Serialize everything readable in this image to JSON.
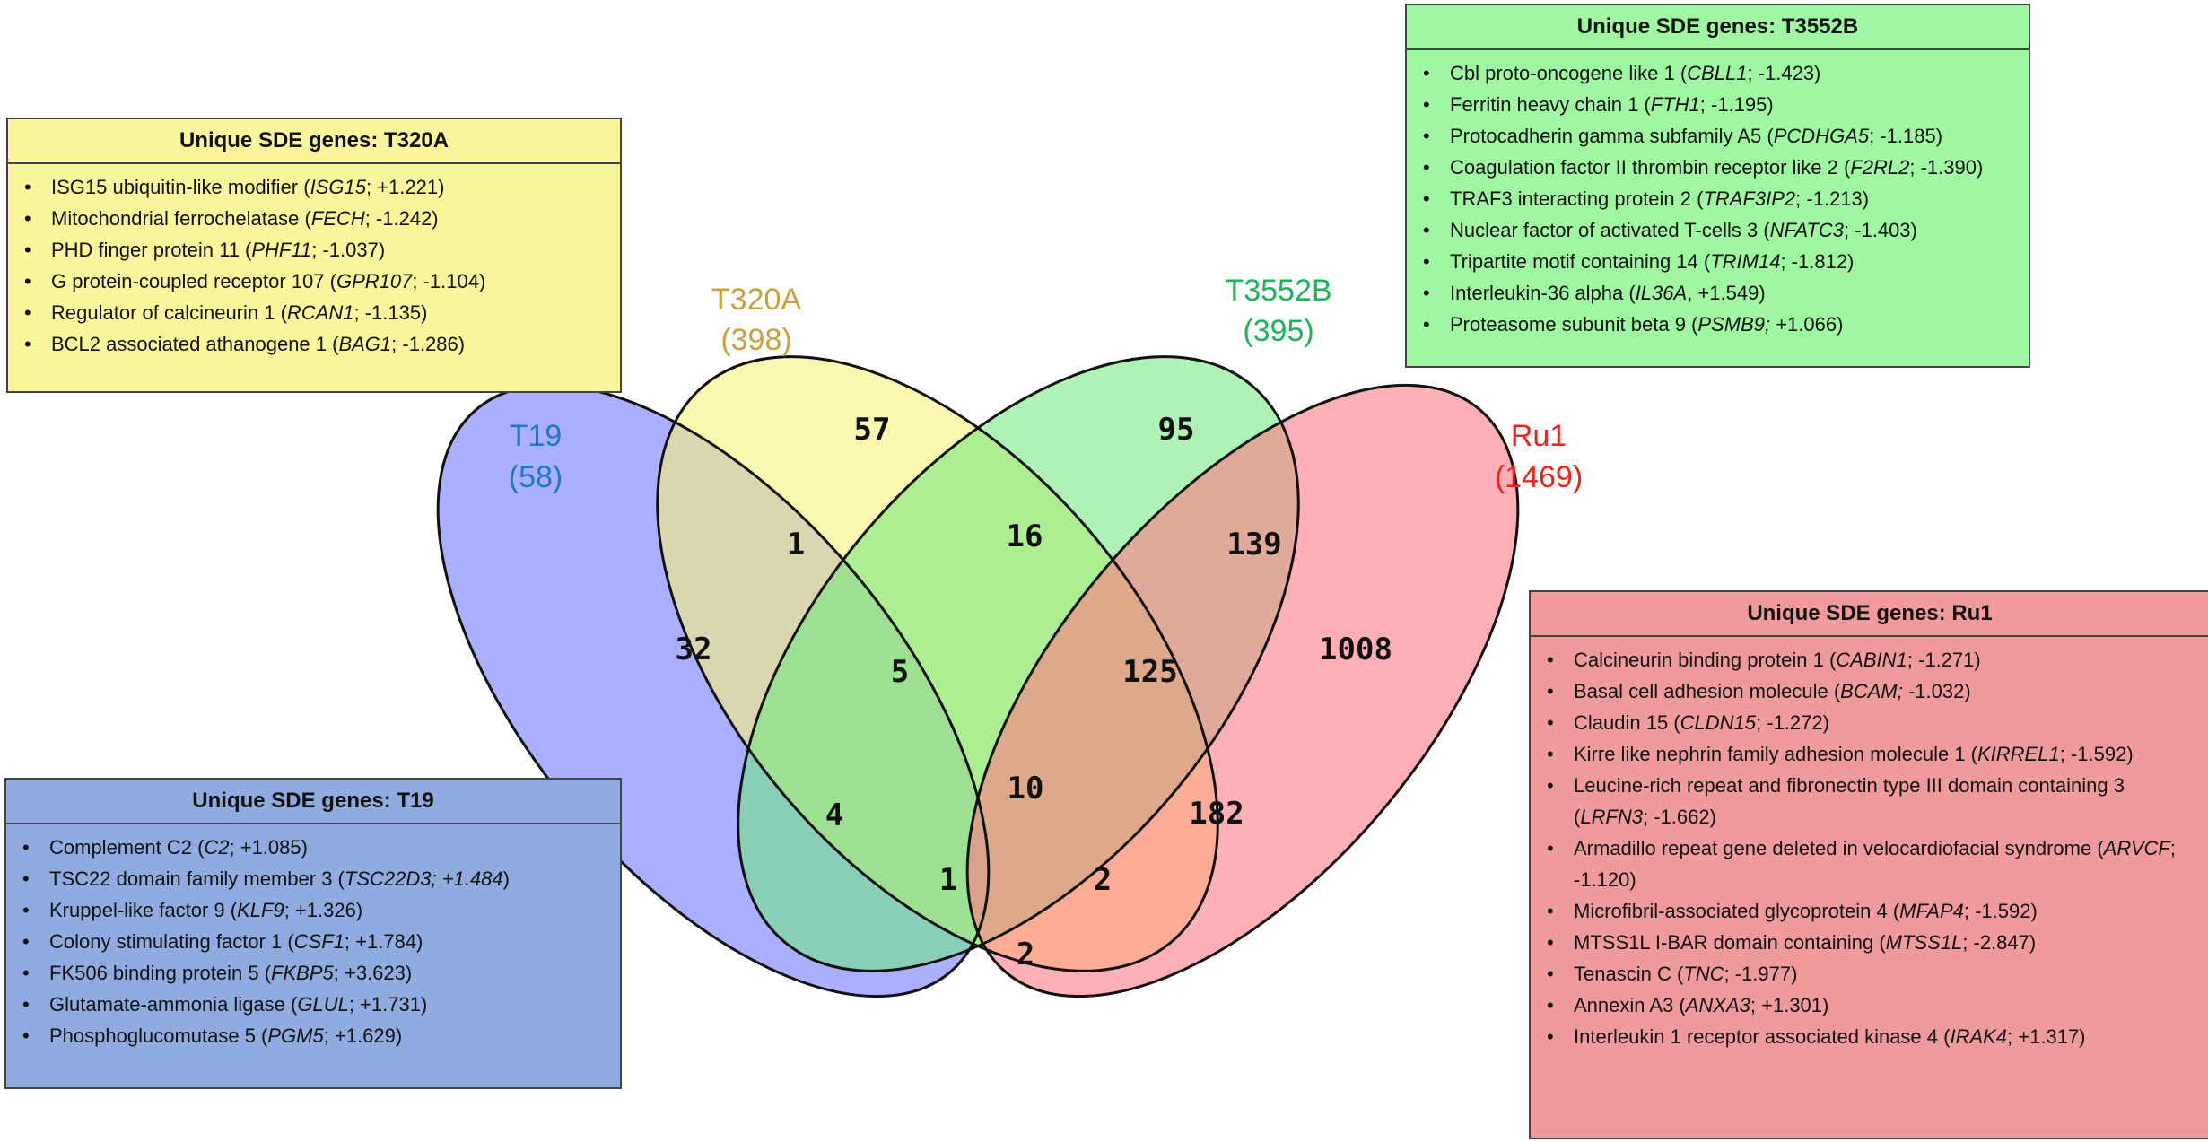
{
  "sets": [
    {
      "id": "t19",
      "name": "T19",
      "count": "(58)",
      "color": "#1f77c8"
    },
    {
      "id": "t320a",
      "name": "T320A",
      "count": "(398)",
      "color": "#c8a23c"
    },
    {
      "id": "t3552b",
      "name": "T3552B",
      "count": "(395)",
      "color": "#22b25a"
    },
    {
      "id": "ru1",
      "name": "Ru1",
      "count": "(1469)",
      "color": "#e8261e"
    }
  ],
  "regions": {
    "t19_only": "32",
    "t320a_only": "57",
    "t3552b_only": "95",
    "ru1_only": "1008",
    "t19_t320a": "1",
    "t320a_t3552b": "16",
    "t3552b_ru1": "139",
    "t19_t320a_t3552b": "5",
    "t320a_t3552b_ru1": "125",
    "t19_t3552b": "4",
    "all_four": "10",
    "t320a_ru1": "182",
    "t19_t3552b_ru1": "1",
    "t19_t320a_ru1": "2",
    "t19_ru1": "2"
  },
  "panels": {
    "t320a": {
      "title": "Unique SDE genes: T320A",
      "items": [
        {
          "name": "ISG15 ubiquitin-like modifier (",
          "gene": "ISG15",
          "value": "; +1.221)"
        },
        {
          "name": "Mitochondrial ferrochelatase (",
          "gene": "FECH",
          "value": "; -1.242)"
        },
        {
          "name": "PHD finger protein 11 (",
          "gene": "PHF11",
          "value": "; -1.037)"
        },
        {
          "name": "G protein-coupled receptor 107 (",
          "gene": "GPR107",
          "value": "; -1.104)"
        },
        {
          "name": "Regulator of calcineurin 1 (",
          "gene": "RCAN1",
          "value": "; -1.135)"
        },
        {
          "name": "BCL2 associated athanogene 1 (",
          "gene": "BAG1",
          "value": "; -1.286)"
        }
      ]
    },
    "t3552b": {
      "title": "Unique SDE genes: T3552B",
      "items": [
        {
          "name": "Cbl proto-oncogene like 1 (",
          "gene": "CBLL1",
          "value": "; -1.423)"
        },
        {
          "name": "Ferritin heavy chain 1 (",
          "gene": "FTH1",
          "value": "; -1.195)"
        },
        {
          "name": "Protocadherin gamma subfamily A5 (",
          "gene": "PCDHGA5",
          "value": "; -1.185)"
        },
        {
          "name": "Coagulation factor II thrombin receptor like 2 (",
          "gene": "F2RL2",
          "value": "; -1.390)"
        },
        {
          "name": "TRAF3 interacting protein 2 (",
          "gene": "TRAF3IP2",
          "value": "; -1.213)"
        },
        {
          "name": "Nuclear factor of activated T-cells 3 (",
          "gene": "NFATC3",
          "value": "; -1.403)"
        },
        {
          "name": "Tripartite motif containing 14 (",
          "gene": "TRIM14",
          "value": "; -1.812)"
        },
        {
          "name": "Interleukin-36 alpha (",
          "gene": "IL36A",
          "value": ", +1.549)"
        },
        {
          "name": "Proteasome subunit beta 9 (",
          "gene": "PSMB9;",
          "value": " +1.066)"
        }
      ]
    },
    "t19": {
      "title": "Unique SDE genes: T19",
      "items": [
        {
          "name": "Complement C2 (",
          "gene": "C2",
          "value": "; +1.085)"
        },
        {
          "name": "TSC22 domain family member 3 (",
          "gene": "TSC22D3; +1.484",
          "value": ")"
        },
        {
          "name": "Kruppel-like factor 9 (",
          "gene": "KLF9",
          "value": "; +1.326)"
        },
        {
          "name": "Colony stimulating factor 1 (",
          "gene": "CSF1",
          "value": "; +1.784)"
        },
        {
          "name": "FK506 binding protein 5 (",
          "gene": "FKBP5",
          "value": "; +3.623)"
        },
        {
          "name": "Glutamate-ammonia ligase (",
          "gene": "GLUL",
          "value": "; +1.731)"
        },
        {
          "name": "Phosphoglucomutase 5 (",
          "gene": "PGM5",
          "value": "; +1.629)"
        }
      ]
    },
    "ru1": {
      "title": "Unique SDE genes: Ru1",
      "items": [
        {
          "name": "Calcineurin binding protein 1 (",
          "gene": "CABIN1",
          "value": "; -1.271)"
        },
        {
          "name": "Basal cell adhesion molecule (",
          "gene": "BCAM;",
          "value": " -1.032)"
        },
        {
          "name": "Claudin 15 (",
          "gene": "CLDN15",
          "value": "; -1.272)"
        },
        {
          "name": "Kirre like nephrin family adhesion molecule 1 (",
          "gene": "KIRREL1",
          "value": "; -1.592)"
        },
        {
          "name": "Leucine-rich repeat and fibronectin type III domain containing 3 (",
          "gene": "LRFN3",
          "value": "; -1.662)"
        },
        {
          "name": "Armadillo repeat gene deleted in velocardiofacial syndrome (",
          "gene": "ARVCF",
          "value": "; -1.120)"
        },
        {
          "name": "Microfibril-associated glycoprotein 4 (",
          "gene": "MFAP4",
          "value": "; -1.592)"
        },
        {
          "name": "MTSS1L I-BAR domain containing (",
          "gene": "MTSS1L",
          "value": "; -2.847)"
        },
        {
          "name": "Tenascin C (",
          "gene": "TNC",
          "value": "; -1.977)"
        },
        {
          "name": "Annexin A3 (",
          "gene": "ANXA3",
          "value": "; +1.301)"
        },
        {
          "name": "Interleukin 1 receptor associated kinase 4 (",
          "gene": "IRAK4",
          "value": "; +1.317)"
        }
      ]
    }
  }
}
